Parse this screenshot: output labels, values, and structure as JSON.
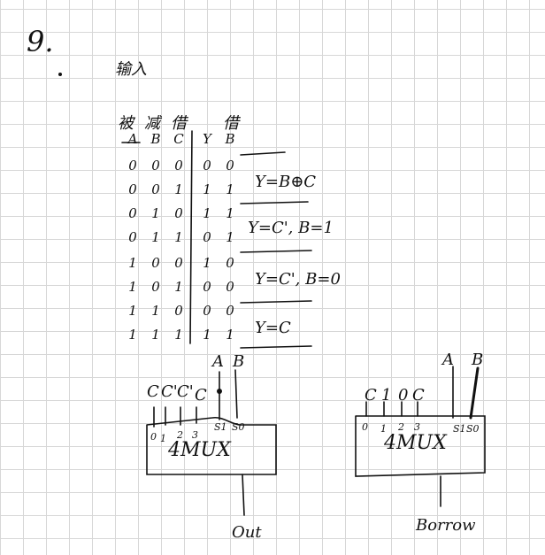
{
  "problem_number": "9.",
  "input_label": "输入",
  "headers": {
    "minuend": "被",
    "subtrahend": "减",
    "borrow_in": "借",
    "borrow_out": "借",
    "col_a": "A",
    "col_b": "B",
    "col_c": "C",
    "col_y": "Y",
    "col_bo": "B"
  },
  "truth_table": [
    [
      "0",
      "0",
      "0",
      "0",
      "0"
    ],
    [
      "0",
      "0",
      "1",
      "1",
      "1"
    ],
    [
      "0",
      "1",
      "0",
      "1",
      "1"
    ],
    [
      "0",
      "1",
      "1",
      "0",
      "1"
    ],
    [
      "1",
      "0",
      "0",
      "1",
      "0"
    ],
    [
      "1",
      "0",
      "1",
      "0",
      "0"
    ],
    [
      "1",
      "1",
      "0",
      "0",
      "0"
    ],
    [
      "1",
      "1",
      "1",
      "1",
      "1"
    ]
  ],
  "equations": [
    "Y=B⊕C",
    "Y=C', B=1",
    "Y=C', B=0",
    "Y=C"
  ],
  "mux_left": {
    "name": "4MUX",
    "inputs": [
      "C",
      "C'",
      "C'",
      "C"
    ],
    "input_indices": [
      "0",
      "1",
      "2",
      "3"
    ],
    "select_labels": [
      "S1",
      "S0"
    ],
    "select_signals": [
      "A",
      "B"
    ],
    "output": "Out"
  },
  "mux_right": {
    "name": "4MUX",
    "inputs": [
      "C",
      "1",
      "0",
      "C"
    ],
    "input_indices": [
      "0",
      "1",
      "2",
      "3"
    ],
    "select_labels": [
      "S1",
      "S0"
    ],
    "select_signals": [
      "A",
      "B"
    ],
    "output": "Borrow"
  }
}
